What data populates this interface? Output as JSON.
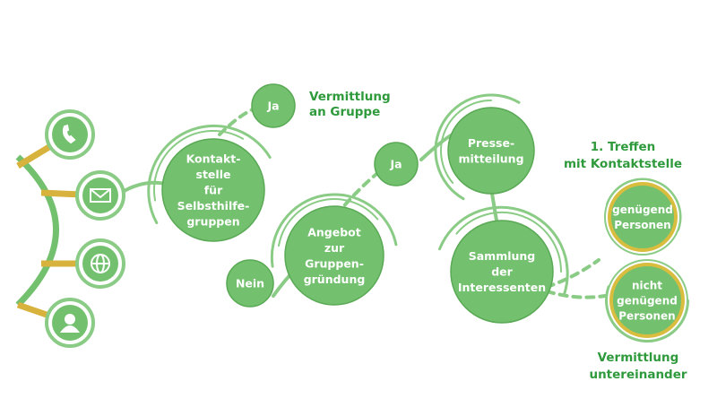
{
  "colors": {
    "node": "#73c06e",
    "node_border": "#5aa955",
    "ring": "#8acb85",
    "link": "#d7b23c",
    "accent": "#d9bd3f",
    "text_green": "#2e9a3c"
  },
  "channels": [
    {
      "icon": "phone-icon"
    },
    {
      "icon": "mail-icon"
    },
    {
      "icon": "globe-icon"
    },
    {
      "icon": "person-icon"
    }
  ],
  "nodes": {
    "kontaktstelle": {
      "lines": [
        "Kontakt-",
        "stelle",
        "für",
        "Selbsthilfe-",
        "gruppen"
      ]
    },
    "ja_top": {
      "lines": [
        "Ja"
      ]
    },
    "angebot": {
      "lines": [
        "Angebot",
        "zur",
        "Gruppen-",
        "gründung"
      ]
    },
    "nein": {
      "lines": [
        "Nein"
      ]
    },
    "ja_mid": {
      "lines": [
        "Ja"
      ]
    },
    "pressemitteilung": {
      "lines": [
        "Presse-",
        "mitteilung"
      ]
    },
    "sammlung": {
      "lines": [
        "Sammlung",
        "der",
        "Interessenten"
      ]
    },
    "genuegend": {
      "lines": [
        "genügend",
        "Personen"
      ]
    },
    "nicht_genuegend": {
      "lines": [
        "nicht",
        "genügend",
        "Personen"
      ]
    }
  },
  "labels": {
    "vermittlung_gruppe": [
      "Vermittlung",
      "an Gruppe"
    ],
    "erstes_treffen": [
      "1. Treffen",
      "mit Kontaktstelle"
    ],
    "vermittlung_untereinander": [
      "Vermittlung",
      "untereinander"
    ]
  }
}
